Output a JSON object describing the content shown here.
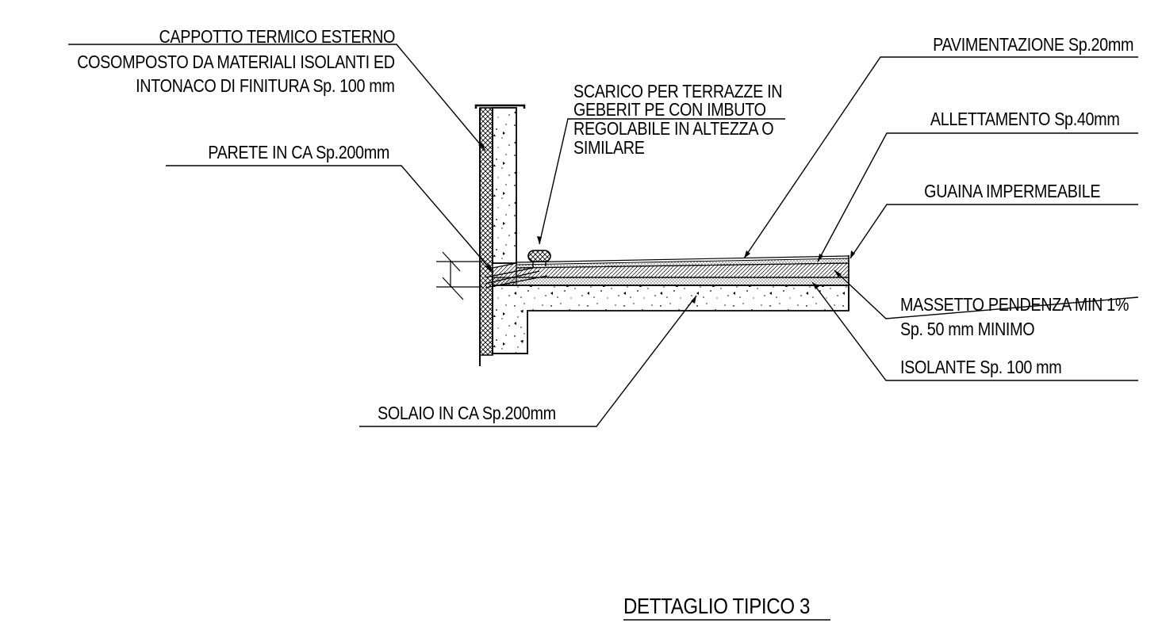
{
  "labels": {
    "cappotto_1": "CAPPOTTO TERMICO ESTERNO",
    "cappotto_2": "COSOMPOSTO DA  MATERIALI ISOLANTI ED",
    "cappotto_3": "INTONACO DI FINITURA  Sp. 100 mm",
    "parete": "PARETE IN CA Sp.200mm",
    "scarico_1": "SCARICO PER TERRAZZE IN",
    "scarico_2": "GEBERIT PE CON IMBUTO",
    "scarico_3": "REGOLABILE IN ALTEZZA O",
    "scarico_4": "SIMILARE",
    "pavimentazione": "PAVIMENTAZIONE Sp.20mm",
    "allettamento": "ALLETTAMENTO Sp.40mm",
    "guaina": "GUAINA IMPERMEABILE",
    "massetto_1": "MASSETTO PENDENZA MIN 1%",
    "massetto_2": "Sp. 50 mm MINIMO",
    "isolante": "ISOLANTE Sp. 100  mm",
    "solaio": "SOLAIO IN CA Sp.200mm"
  },
  "title": "DETTAGLIO TIPICO 3",
  "colors": {
    "ink": "#000000",
    "paper": "#ffffff"
  }
}
